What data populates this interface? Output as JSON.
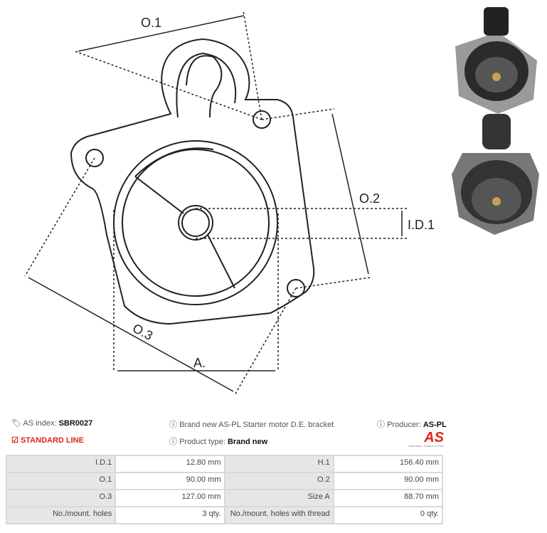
{
  "diagram": {
    "o1": "O.1",
    "o2": "O.2",
    "o3": "O.3",
    "id1": "I.D.1",
    "a": "A."
  },
  "info": {
    "as_index_label": "AS index:",
    "as_index_value": "SBR0027",
    "description": "Brand new AS-PL Starter motor D.E. bracket",
    "producer_label": "Producer:",
    "producer_value": "AS-PL",
    "line": "STANDARD LINE",
    "product_type_label": "Product type:",
    "product_type_value": "Brand new",
    "logo_text": "AS",
    "logo_tagline": "Alternators, Starters & Parts"
  },
  "specs": [
    {
      "k1": "I.D.1",
      "v1": "12.80 mm",
      "k2": "H.1",
      "v2": "156.40 mm"
    },
    {
      "k1": "O.1",
      "v1": "90.00 mm",
      "k2": "O.2",
      "v2": "90.00 mm"
    },
    {
      "k1": "O.3",
      "v1": "127.00 mm",
      "k2": "Size A",
      "v2": "88.70 mm"
    },
    {
      "k1": "No./mount. holes",
      "v1": "3 qty.",
      "k2": "No./mount. holes with thread",
      "v2": "0 qty."
    }
  ],
  "colors": {
    "accent": "#e2231a"
  }
}
